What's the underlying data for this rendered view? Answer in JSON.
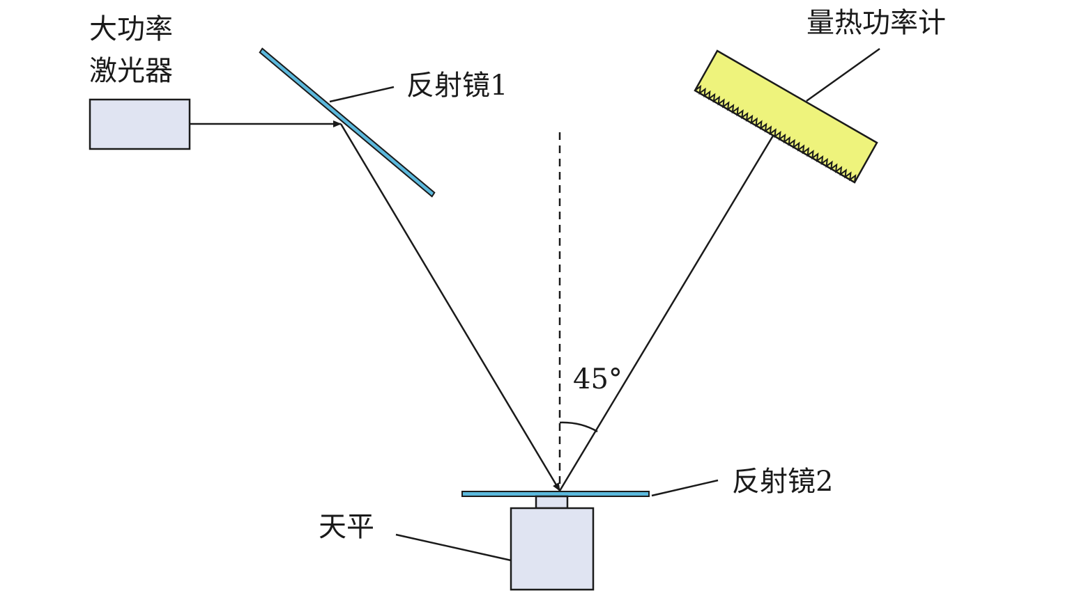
{
  "labels": {
    "laser_line1": "大功率",
    "laser_line2": "激光器",
    "mirror1": "反射镜1",
    "calorimeter": "量热功率计",
    "angle": "45°",
    "mirror2": "反射镜2",
    "balance": "天平"
  },
  "colors": {
    "box_fill": "#e0e4f2",
    "mirror_fill": "#5bb8dc",
    "calorimeter_fill": "#eef37c",
    "line": "#1a1a1a"
  }
}
